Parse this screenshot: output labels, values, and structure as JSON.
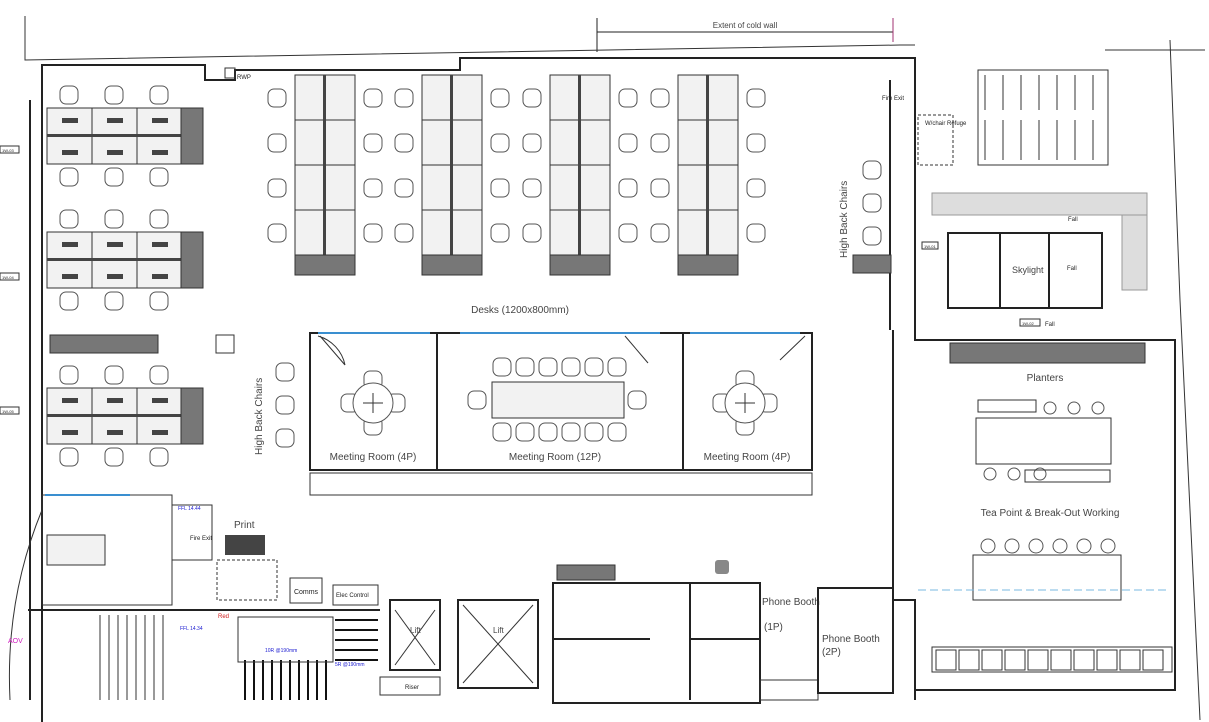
{
  "annotations": {
    "cold_wall": "Extent of cold wall",
    "desks": "Desks (1200x800mm)",
    "high_back_left": "High Back Chairs",
    "high_back_right": "High Back Chairs",
    "planters": "Planters",
    "tea_point": "Tea Point & Break-Out Working",
    "skylight": "Skylight",
    "print": "Print",
    "comms": "Comms",
    "elec": "Elec Control",
    "lift1": "Lift",
    "lift2": "Lift",
    "riser": "Riser",
    "aov": "AOV",
    "rwp": "RWP",
    "fire_exit": "Fire Exit",
    "fire_exit2": "Fire Exit",
    "wc_refuge": "W/chair Refuge",
    "ffl1": "FFL 14.44",
    "ffl2": "FFL 14.34",
    "risers1": "10R @190mm",
    "risers2": "5R @190mm",
    "fall": "Fall",
    "red": "Red"
  },
  "rooms": [
    {
      "label": "Meeting Room (4P)"
    },
    {
      "label": "Meeting Room (12P)"
    },
    {
      "label": "Meeting Room (4P)"
    },
    {
      "label": "Phone Booth",
      "sub": "(1P)"
    },
    {
      "label": "Phone Booth",
      "sub": "(2P)"
    }
  ],
  "window_tags": [
    "1W-03",
    "1W-04",
    "1W-05",
    "1W-01",
    "1W-02"
  ]
}
